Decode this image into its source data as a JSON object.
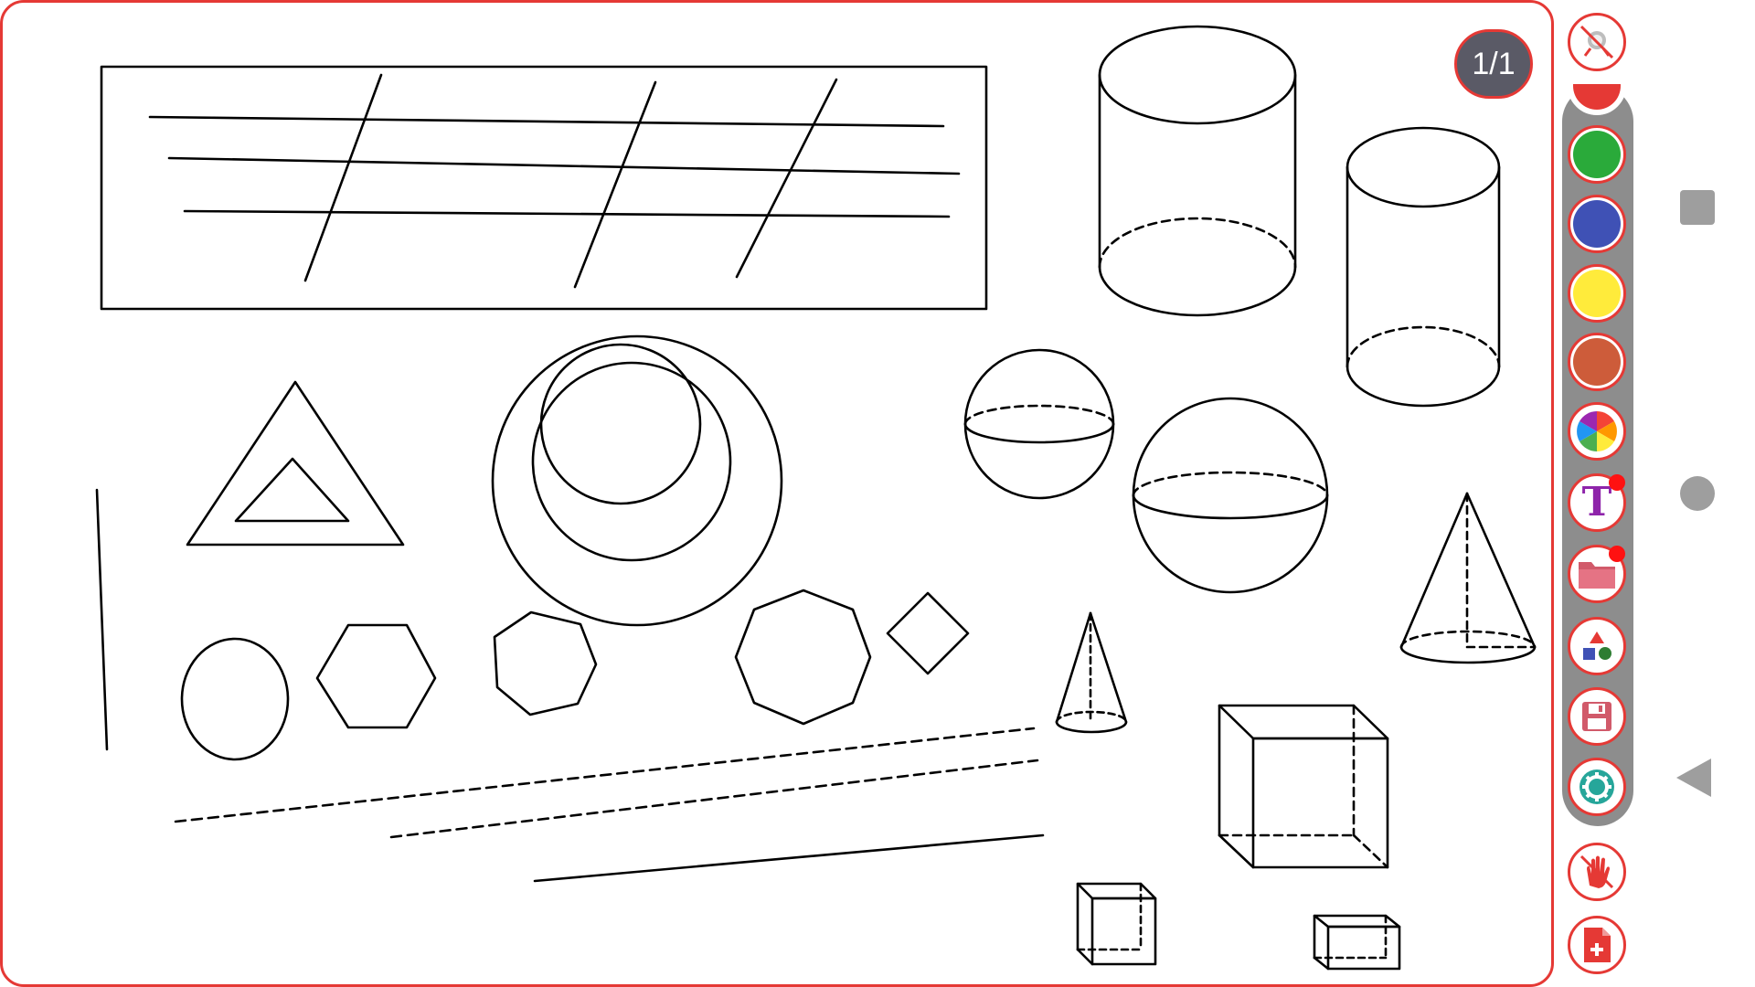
{
  "app": {
    "page_indicator": "1/1"
  },
  "colors": {
    "accent_red": "#e53935",
    "stroke": "#000000",
    "palette_panel": "#8d8d8d",
    "page_badge_bg": "#5a5a66"
  },
  "toolbar": {
    "top_tool": {
      "icon": "magnifier-off-icon"
    },
    "palette": [
      {
        "name": "red",
        "hex": "#e53935"
      },
      {
        "name": "green",
        "hex": "#2aaa3a"
      },
      {
        "name": "blue",
        "hex": "#3f51b5"
      },
      {
        "name": "yellow",
        "hex": "#ffeb3b"
      },
      {
        "name": "brown-orange",
        "hex": "#cd5c3a"
      }
    ],
    "tools": [
      {
        "id": "color-wheel",
        "icon": "color-wheel-icon"
      },
      {
        "id": "text",
        "icon": "text-icon",
        "glyph": "T"
      },
      {
        "id": "folder",
        "icon": "folder-icon"
      },
      {
        "id": "shapes",
        "icon": "shapes-icon"
      },
      {
        "id": "save",
        "icon": "save-icon"
      },
      {
        "id": "settings",
        "icon": "gear-icon"
      },
      {
        "id": "hand-off",
        "icon": "hand-off-icon"
      },
      {
        "id": "new-page",
        "icon": "add-page-icon"
      }
    ]
  },
  "system_nav": {
    "recents": "square-icon",
    "home": "circle-icon",
    "back": "triangle-back-icon"
  }
}
